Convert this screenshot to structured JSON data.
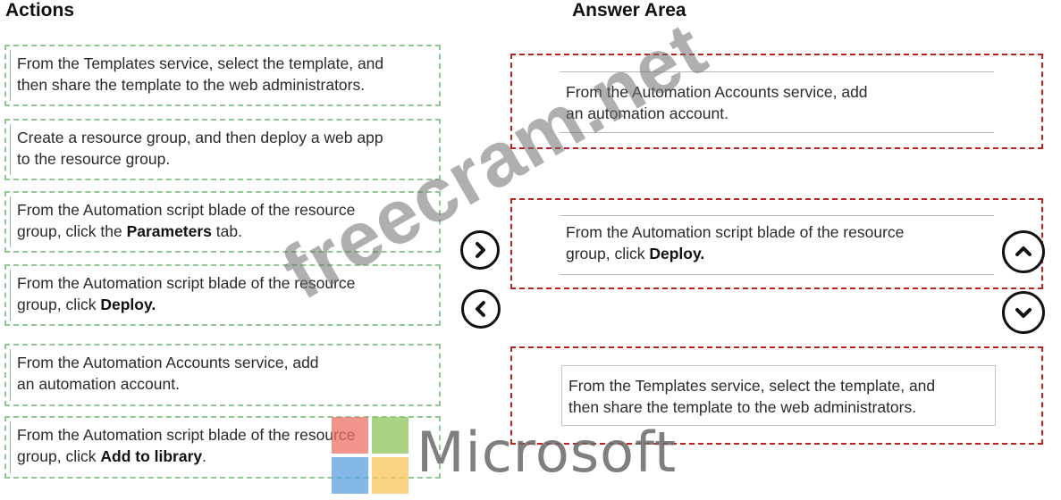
{
  "headings": {
    "actions": "Actions",
    "answer_area": "Answer Area"
  },
  "actions": [
    {
      "line1": "From the Templates service, select the template, and",
      "line2_pre": "then share the template to the web administrators.",
      "bold": ""
    },
    {
      "line1": "Create a resource group, and then deploy a web app",
      "line2_pre": "to the resource group.",
      "bold": ""
    },
    {
      "line1": "From the Automation script blade of the resource",
      "line2_pre": "group, click the ",
      "bold": "Parameters",
      "line2_post": " tab."
    },
    {
      "line1": "From the Automation script blade of the resource",
      "line2_pre": "group, click ",
      "bold": "Deploy."
    },
    {
      "line1": "From the Automation Accounts service, add",
      "line2_pre": "an automation account.",
      "bold": ""
    },
    {
      "line1": "From the Automation script blade of the resource",
      "line2_pre": "group, click ",
      "bold": "Add to library",
      "line2_post": "."
    }
  ],
  "answers": [
    {
      "line1": "From the Automation Accounts service, add",
      "line2_pre": "an automation account.",
      "bold": ""
    },
    {
      "line1": "From the Automation script blade of the resource",
      "line2_pre": "group, click ",
      "bold": "Deploy."
    },
    {
      "line1": "From the Templates service, select the template, and",
      "line2_pre": "then share the template to the web administrators.",
      "bold": ""
    }
  ],
  "controls": {
    "move_right_icon": "chevron-right-icon",
    "move_left_icon": "chevron-left-icon",
    "move_up_icon": "chevron-up-icon",
    "move_down_icon": "chevron-down-icon"
  },
  "watermark": {
    "text": "freecram.net",
    "brand": "Microsoft"
  },
  "colors": {
    "action_border": "#8fc98f",
    "slot_border": "#c81e1e"
  }
}
